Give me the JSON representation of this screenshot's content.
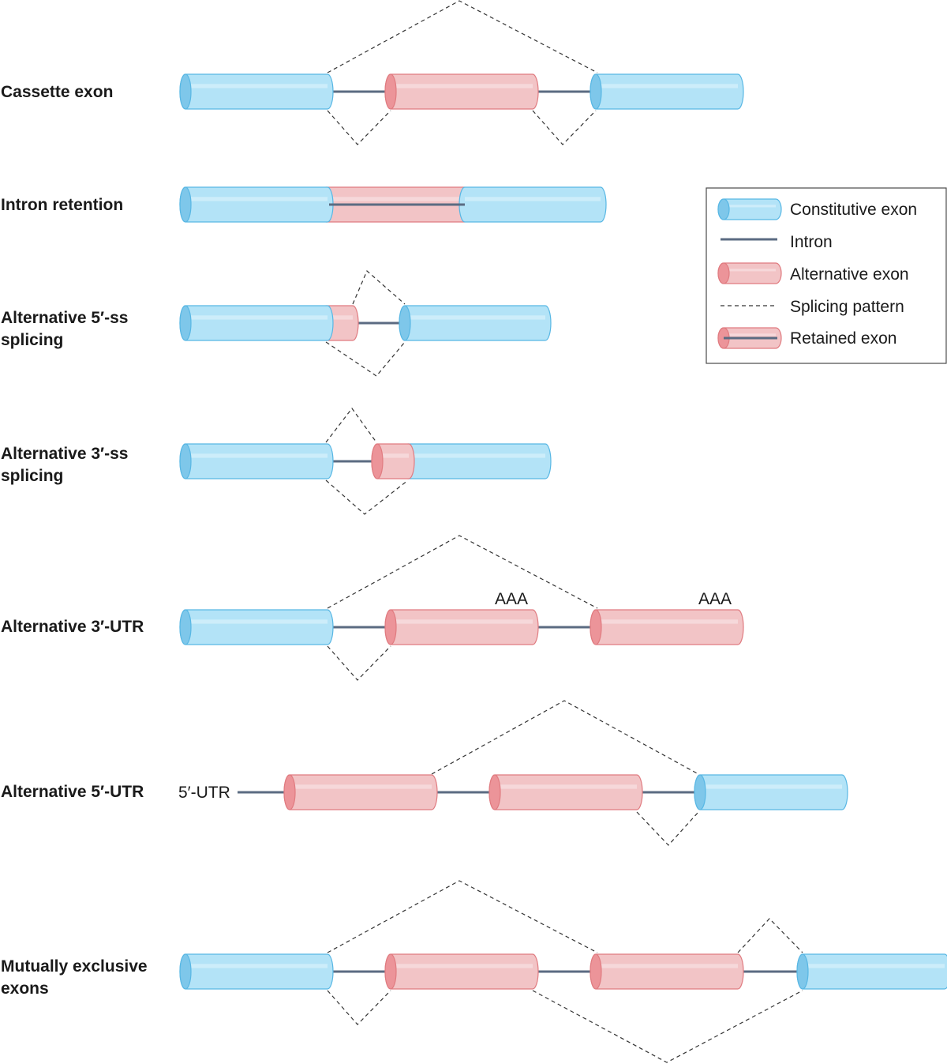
{
  "colors": {
    "constitutive_fill": "#b3e3f7",
    "constitutive_stroke": "#58b7e4",
    "constitutive_cap": "#7ec7ea",
    "alternative_fill": "#f2c4c6",
    "alternative_stroke": "#e07b80",
    "alternative_cap": "#ec9499",
    "intron": "#5b6b82",
    "splice": "#333333"
  },
  "rows": [
    {
      "label": [
        "Cassette exon"
      ]
    },
    {
      "label": [
        "Intron retention"
      ]
    },
    {
      "label": [
        "Alternative 5′-ss",
        "splicing"
      ]
    },
    {
      "label": [
        "Alternative 3′-ss",
        "splicing"
      ]
    },
    {
      "label": [
        "Alternative 3′-UTR"
      ],
      "annotations": [
        "AAA",
        "AAA"
      ]
    },
    {
      "label": [
        "Alternative 5′-UTR"
      ],
      "annotations": [
        "5′-UTR"
      ]
    },
    {
      "label": [
        "Mutually exclusive",
        "exons"
      ]
    }
  ],
  "legend": {
    "items": [
      {
        "kind": "constitutive",
        "label": "Constitutive exon"
      },
      {
        "kind": "intron",
        "label": "Intron"
      },
      {
        "kind": "alternative",
        "label": "Alternative exon"
      },
      {
        "kind": "splice",
        "label": "Splicing pattern"
      },
      {
        "kind": "retained",
        "label": "Retained exon"
      }
    ]
  }
}
